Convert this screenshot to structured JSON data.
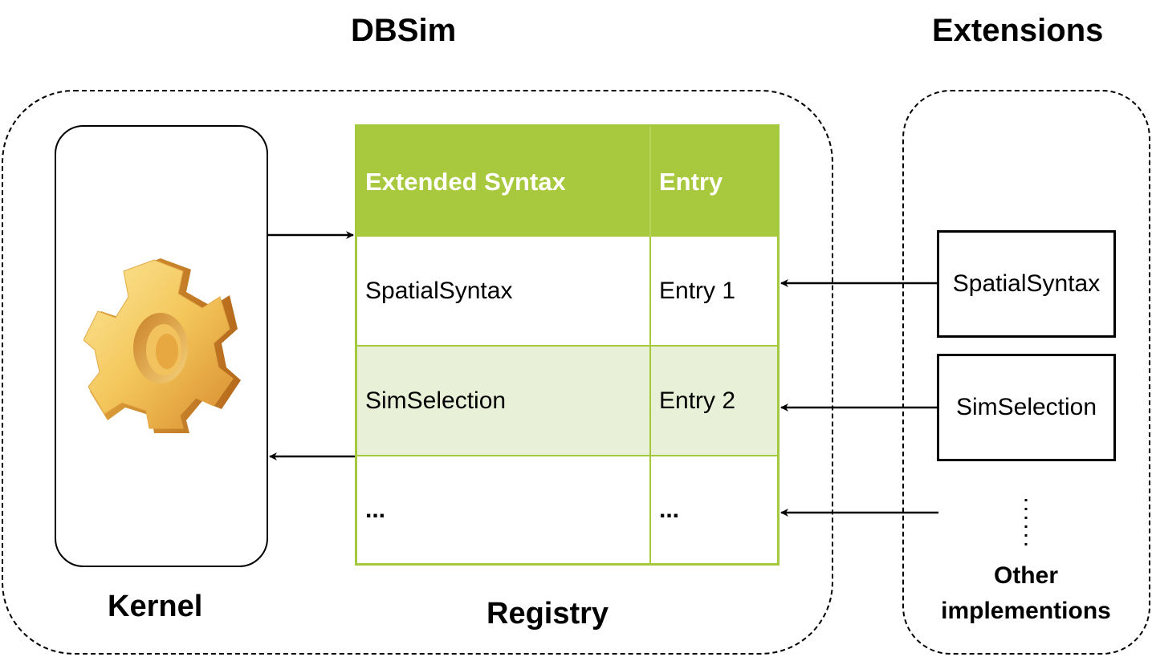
{
  "titles": {
    "main": "DBSim",
    "extensions": "Extensions"
  },
  "kernel": {
    "label": "Kernel"
  },
  "registry": {
    "label": "Registry",
    "headers": [
      "Extended Syntax",
      "Entry"
    ],
    "rows": [
      [
        "SpatialSyntax",
        "Entry 1"
      ],
      [
        "SimSelection",
        "Entry 2"
      ],
      [
        "...",
        "..."
      ]
    ]
  },
  "extensions": {
    "boxes": [
      "SpatialSyntax",
      "SimSelection"
    ],
    "other_line1": "Other",
    "other_line2": "implementions"
  },
  "colors": {
    "header_green": "#a8c93e",
    "table_border": "#a4c93d",
    "alt_row": "#e9f0d8",
    "gear_light": "#f7d77a",
    "gear_dark": "#d98c2e"
  },
  "icons": {
    "kernel": "gear-icon"
  }
}
